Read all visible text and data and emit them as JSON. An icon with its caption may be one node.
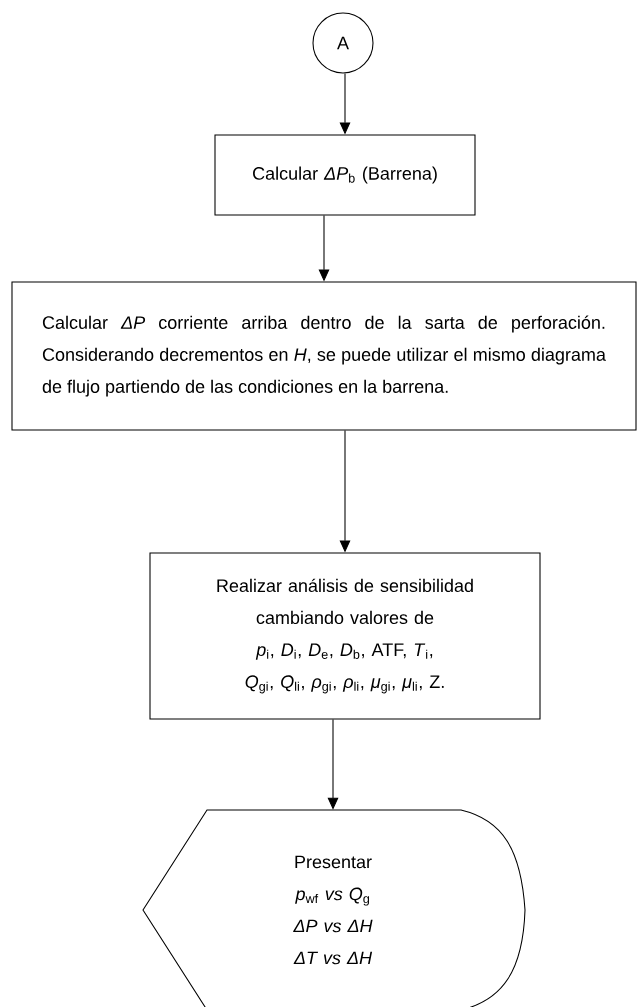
{
  "diagram": {
    "nodes": [
      {
        "text": [
          "A"
        ]
      },
      {
        "text": [
          "Calcular *ΔP*$_{b}$ (Barrena)"
        ]
      },
      {
        "text": [
          "Calcular *ΔP* corriente arriba dentro de la sarta de perforación. Considerando decrementos en *H*, se puede utilizar el mismo diagrama de flujo partiendo de las condiciones en la barrena."
        ]
      },
      {
        "text": [
          "Realizar análisis de sensibilidad cambiando valores de",
          "*p*$_{i}$, *D*$_{i}$, *D*$_{e}$, *D*$_{b}$, ATF, *T*$_{i}$, *Q*$_{gi}$, *Q*$_{li}$, *ρ*$_{gi}$, *ρ*$_{li}$, *μ*$_{gi}$, *μ*$_{li}$, Z."
        ]
      },
      {
        "text": [
          "Presentar",
          "*p*$_{wf}$ *vs Q*$_{g}$",
          "*ΔP vs ΔH*",
          "*ΔT vs ΔH*"
        ]
      }
    ],
    "edges": [
      {
        "from": 0,
        "to": 1,
        "arrow": "to"
      },
      {
        "from": 1,
        "to": 2,
        "arrow": "to"
      },
      {
        "from": 2,
        "to": 3,
        "arrow": "to"
      },
      {
        "from": 3,
        "to": 4,
        "arrow": "to"
      }
    ]
  }
}
